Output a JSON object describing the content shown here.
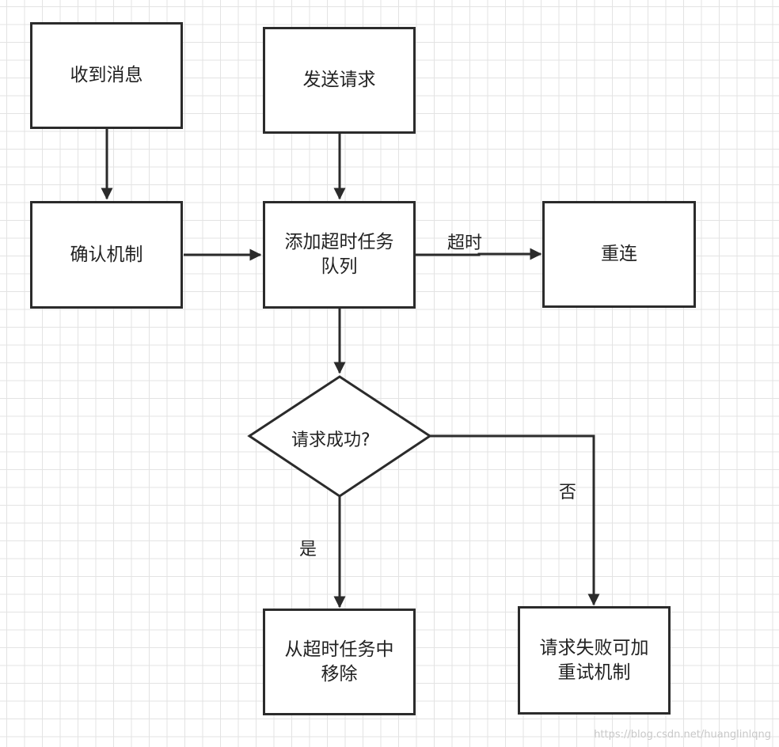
{
  "diagram": {
    "nodes": {
      "receive_message": "收到消息",
      "send_request": "发送请求",
      "ack_mechanism": "确认机制",
      "add_timeout_queue": "添加超时任务\n队列",
      "reconnect": "重连",
      "request_success": "请求成功?",
      "remove_from_timeout": "从超时任务中\n移除",
      "retry_on_failure": "请求失败可加\n重试机制"
    },
    "edges": {
      "timeout_label": "超时",
      "yes_label": "是",
      "no_label": "否"
    },
    "colors": {
      "stroke": "#2b2b2b",
      "grid": "#e3e3e3",
      "background": "#ffffff"
    }
  },
  "watermark": "https://blog.csdn.net/huanglinlqng"
}
